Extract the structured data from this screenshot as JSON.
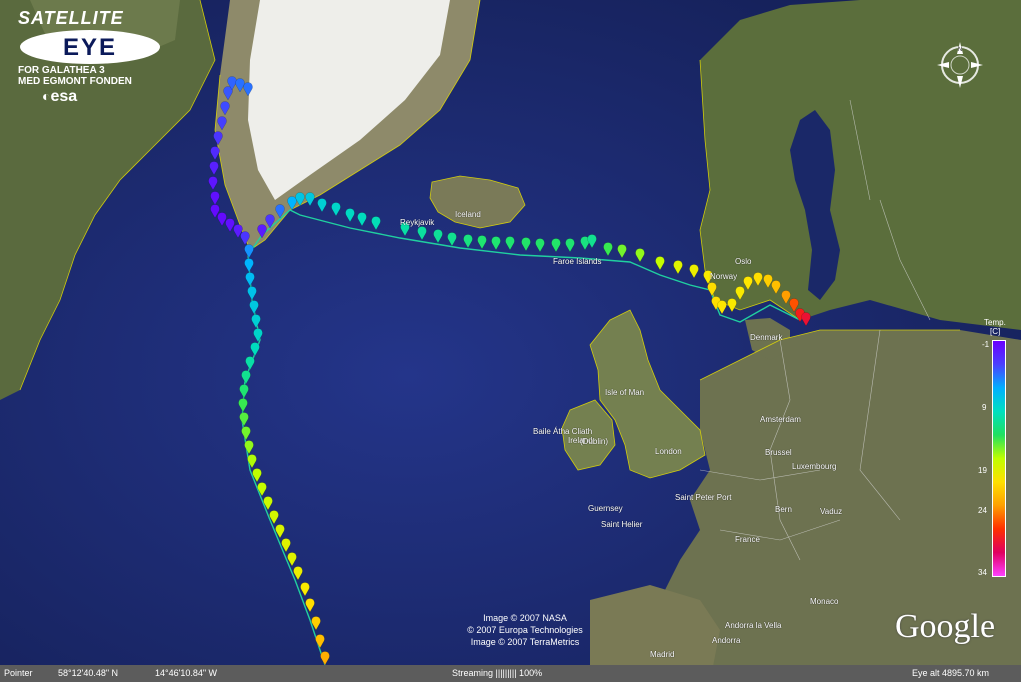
{
  "logo": {
    "title": "SATELLITE",
    "eye": "EYE",
    "sub1": "FOR GALATHEA 3",
    "sub2": "MED EGMONT FONDEN",
    "agency": "esa"
  },
  "watermark": "Google",
  "credits": [
    "Image © 2007 NASA",
    "© 2007 Europa Technologies",
    "Image © 2007 TerraMetrics"
  ],
  "status": {
    "pointer_label": "Pointer",
    "lat": "58°12'40.48\" N",
    "lon": "14°46'10.84\" W",
    "streaming": "Streaming ||||||||| 100%",
    "eye_alt": "Eye alt 4895.70 km"
  },
  "legend": {
    "title": "Temp.",
    "unit": "[C]",
    "ticks": [
      "-1",
      "9",
      "19",
      "24",
      "34"
    ]
  },
  "compass_label": "N",
  "places": [
    {
      "name": "Reykjavik"
    },
    {
      "name": "Iceland"
    },
    {
      "name": "Faroe Islands"
    },
    {
      "name": "Norway"
    },
    {
      "name": "Oslo"
    },
    {
      "name": "Denmark"
    },
    {
      "name": "Isle of Man"
    },
    {
      "name": "Baile Átha Cliath"
    },
    {
      "name": "Ireland"
    },
    {
      "name": "(Dublin)"
    },
    {
      "name": "London"
    },
    {
      "name": "Amsterdam"
    },
    {
      "name": "Brussel"
    },
    {
      "name": "Luxembourg"
    },
    {
      "name": "Saint Peter Port"
    },
    {
      "name": "Guernsey"
    },
    {
      "name": "Saint Helier"
    },
    {
      "name": "Bern"
    },
    {
      "name": "Vaduz"
    },
    {
      "name": "France"
    },
    {
      "name": "Monaco"
    },
    {
      "name": "Andorra la Vella"
    },
    {
      "name": "Andorra"
    },
    {
      "name": "Madrid"
    }
  ],
  "colors": {
    "ocean": "#1b2a6e",
    "land": "#6b7a4a",
    "ice": "#f0f0ee",
    "border": "#e8e000",
    "track": "#20d0a0"
  }
}
